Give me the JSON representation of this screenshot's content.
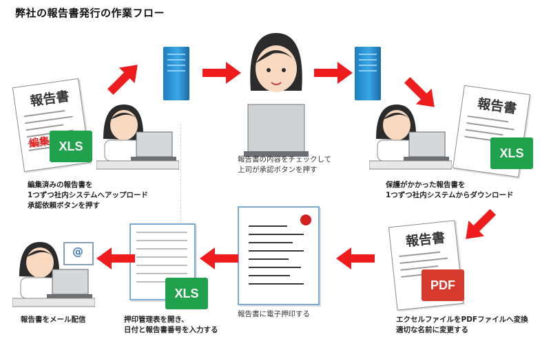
{
  "title": "弊社の報告書発行の作業フロー",
  "documents": {
    "report_title": "報告書",
    "edit_mark": "編集",
    "xls_label": "XLS",
    "pdf_label": "PDF",
    "email_glyph": "@"
  },
  "steps": [
    {
      "id": "upload",
      "lines": [
        "編集済みの報告書を",
        "1つずつ社内システムへアップロード",
        "承認依頼ボタンを押す"
      ]
    },
    {
      "id": "approve",
      "lines": [
        "報告書の内容をチェックして",
        "上司が承認ボタンを押す"
      ]
    },
    {
      "id": "download",
      "lines": [
        "保護がかかった報告書を",
        "1つずつ社内システムからダウンロード"
      ]
    },
    {
      "id": "convert",
      "lines": [
        "エクセルファイルをPDFファイルへ変換",
        "適切な名前に変更する"
      ]
    },
    {
      "id": "stamp",
      "lines": [
        "報告書に電子押印する"
      ]
    },
    {
      "id": "register",
      "lines": [
        "押印管理表を開き、",
        "日付と報告書番号を入力する"
      ]
    },
    {
      "id": "email",
      "lines": [
        "報告書をメール配信"
      ]
    }
  ],
  "colors": {
    "arrow": "#ee1c1c",
    "server": "#2a8fd4",
    "xls": "#20a14b",
    "pdf": "#d63a2c",
    "hair": "#2b2b2b",
    "skin": "#f9d9bf"
  }
}
